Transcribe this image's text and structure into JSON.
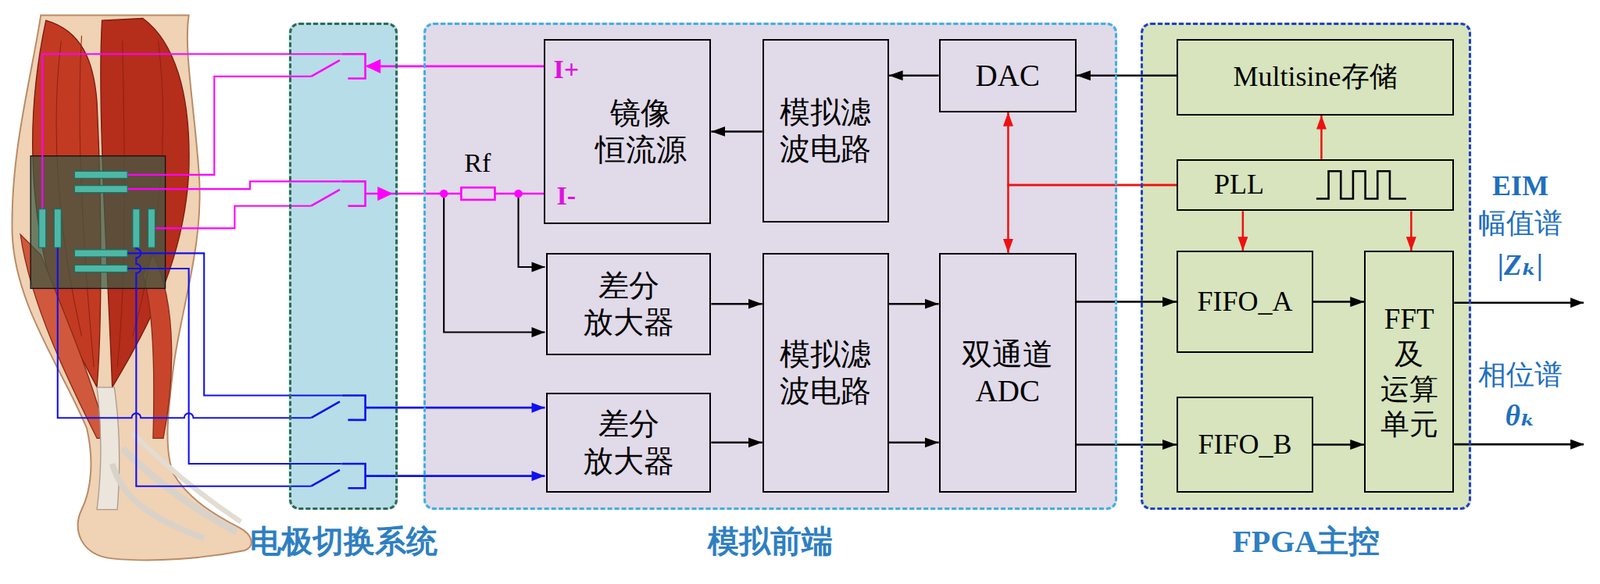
{
  "diagram": {
    "nodes": [
      {
        "text": [
          "电极切换系统"
        ]
      },
      {
        "text": [
          "模拟前端"
        ]
      },
      {
        "text": [
          "镜像 恒流源"
        ],
        "in": 1
      },
      {
        "text": [
          "模拟滤 波电路"
        ],
        "in": 1
      },
      {
        "text": [
          "DAC"
        ],
        "in": 1
      },
      {
        "text": [
          "差分 放大器"
        ],
        "in": 1
      },
      {
        "text": [
          "模拟滤 波电路"
        ],
        "in": 1
      },
      {
        "text": [
          "双通道 ADC"
        ],
        "in": 1
      },
      {
        "text": [
          "差分 放大器"
        ],
        "in": 1
      },
      {
        "text": [
          "FPGA主控"
        ]
      },
      {
        "text": [
          "Multisine存储"
        ],
        "in": 9
      },
      {
        "text": [
          "PLL"
        ],
        "in": 9
      },
      {
        "text": [
          "FIFO_A"
        ],
        "in": 9
      },
      {
        "text": [
          "FFT 及 运算 单元"
        ],
        "in": 9
      },
      {
        "text": [
          "FIFO_B"
        ],
        "in": 9
      }
    ],
    "edges": [
      {
        "from": 10,
        "to": 4,
        "arrow": "to"
      },
      {
        "from": 4,
        "to": 3,
        "arrow": "to"
      },
      {
        "from": 3,
        "to": 2,
        "arrow": "to"
      },
      {
        "from": 11,
        "to": 10,
        "arrow": "to"
      },
      {
        "from": 11,
        "to": 4,
        "arrow": "to"
      },
      {
        "from": 11,
        "to": 7,
        "arrow": "to"
      },
      {
        "from": 11,
        "to": 12,
        "arrow": "to"
      },
      {
        "from": 11,
        "to": 13,
        "arrow": "to"
      },
      {
        "from": 5,
        "to": 6,
        "arrow": "to"
      },
      {
        "from": 8,
        "to": 6,
        "arrow": "to"
      },
      {
        "from": 6,
        "to": 7,
        "arrow": "to"
      },
      {
        "from": 6,
        "to": 7,
        "arrow": "to"
      },
      {
        "from": 7,
        "to": 12,
        "arrow": "to"
      },
      {
        "from": 7,
        "to": 14,
        "arrow": "to"
      },
      {
        "from": 12,
        "to": 13,
        "arrow": "to"
      },
      {
        "from": 14,
        "to": 13,
        "arrow": "to"
      }
    ],
    "labels": [
      "I+",
      "I-",
      "Rf",
      "EIM",
      "幅值谱",
      "|Zₖ|",
      "相位谱",
      "θₖ"
    ]
  }
}
